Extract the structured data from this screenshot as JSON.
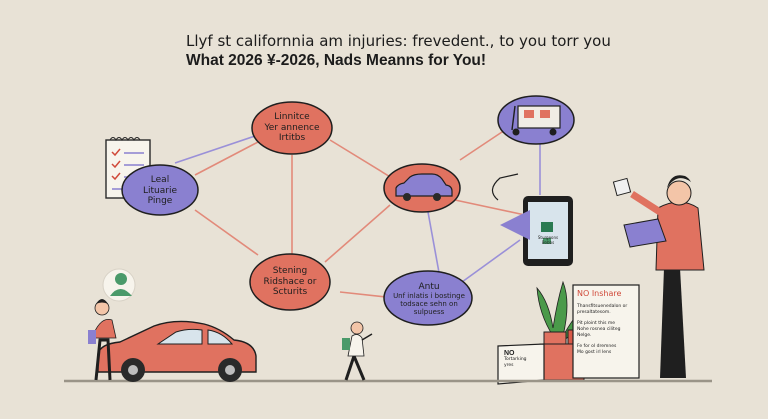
{
  "title": {
    "line1": "Llyf st californnia am injuries: frevedent., to you torr you",
    "line2": "What 2026 ¥-2026, Nads Meanns for You!"
  },
  "nodes": {
    "top_center": [
      "Linnitce",
      "Yer annence",
      "Irtitbs"
    ],
    "left": [
      "Leal",
      "Lituarie",
      "Pinge"
    ],
    "middle": [
      "Stening",
      "Ridshace or",
      "Scturits"
    ],
    "bottom_right": [
      "Antu",
      "Unf inlatis i bostinge",
      "todsace sehn on",
      "sulpuess"
    ]
  },
  "phone_screen": [
    "Sturgeons",
    "Bobbs"
  ],
  "board": {
    "heading": "NO Inshare",
    "lines": [
      "Thansfitsuenedalon or",
      "presaltatesom.",
      "Pit ploint this me",
      "Nohe rosnea ciliteg",
      "Nelge.",
      "Fe for ol dremnes",
      "Mo gost irl lens"
    ]
  },
  "sign": {
    "heading": "NO",
    "lines": [
      "Tortarking",
      "yres"
    ]
  },
  "colors": {
    "node_red": "#e07260",
    "node_purple": "#8a80d0",
    "car": "#e07260",
    "shirt": "#e07260",
    "connector": "#e28a7a",
    "connector_purple": "#9a90d8"
  },
  "icons": [
    "checklist-icon",
    "scooter-icon",
    "car-icon",
    "phone-icon",
    "person-icon",
    "laptop-icon",
    "plant-icon",
    "pedestrian-icon"
  ]
}
